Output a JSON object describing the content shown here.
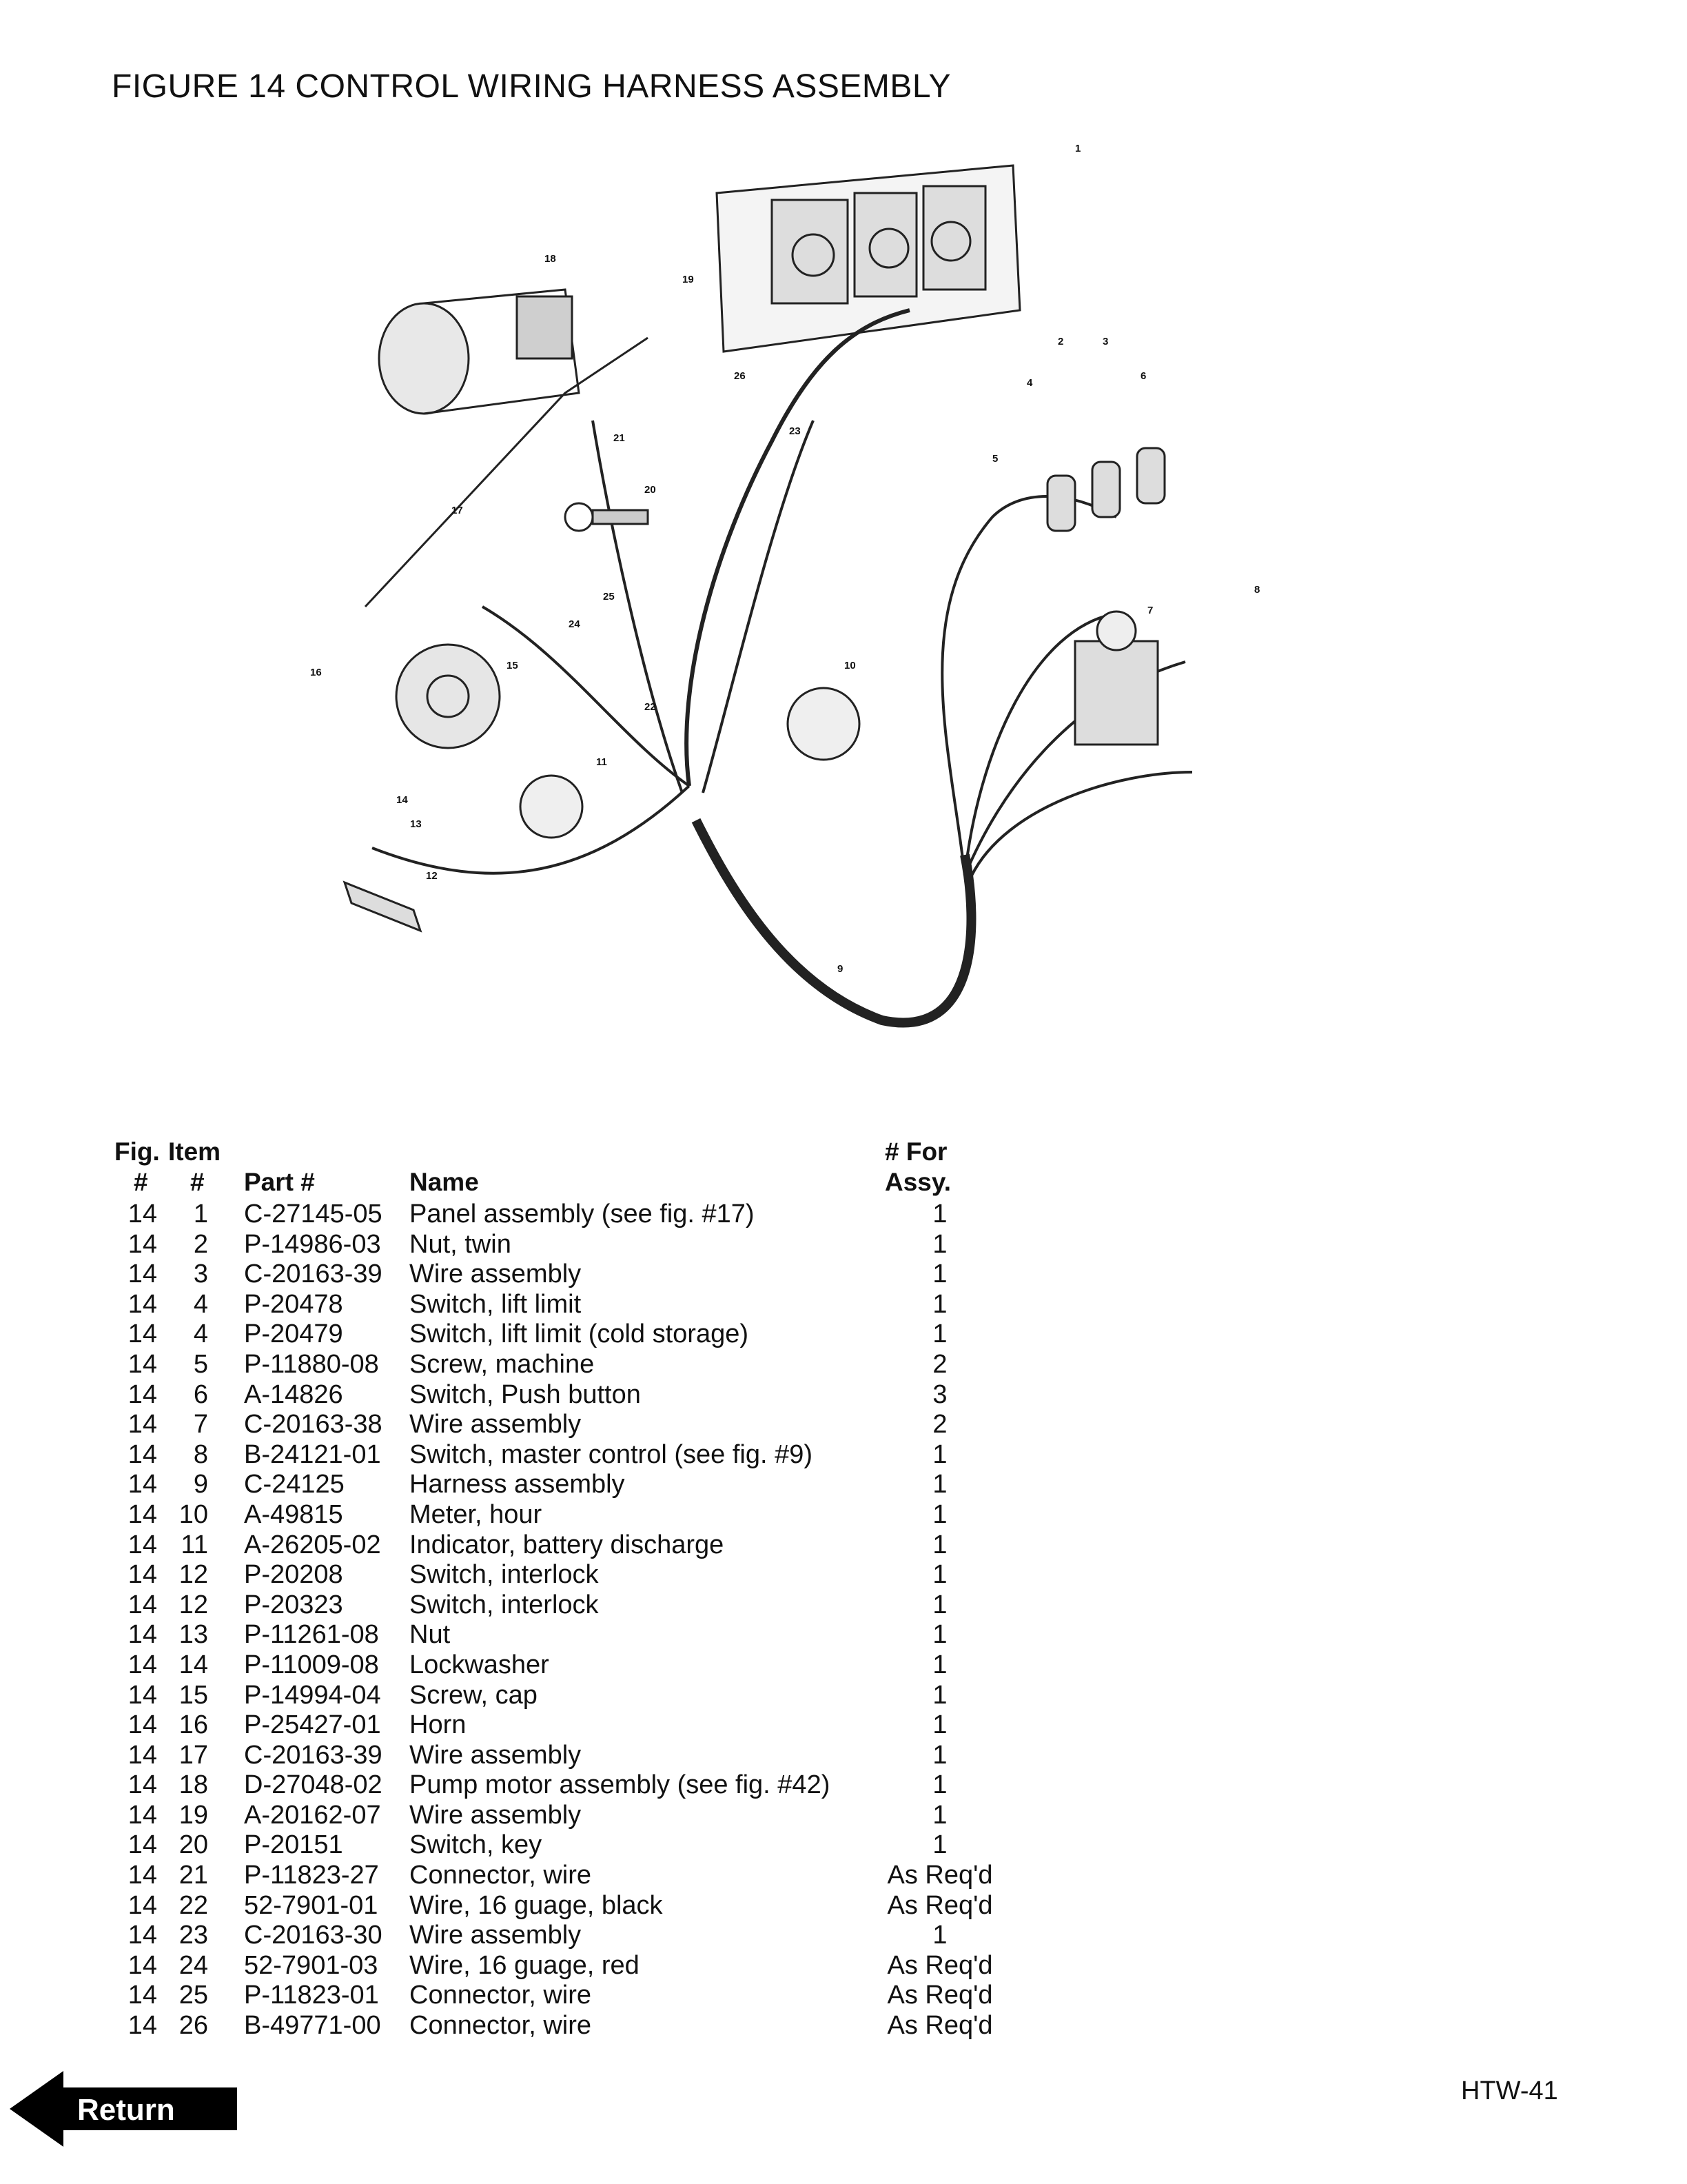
{
  "title": "FIGURE 14 CONTROL WIRING HARNESS ASSEMBLY",
  "diagram": {
    "callouts": [
      "1",
      "2",
      "3",
      "4",
      "5",
      "6",
      "7",
      "8",
      "9",
      "10",
      "11",
      "12",
      "13",
      "14",
      "15",
      "16",
      "17",
      "18",
      "19",
      "20",
      "21",
      "22",
      "23",
      "24",
      "25",
      "26"
    ]
  },
  "table": {
    "headers": {
      "fig_top": "Fig.",
      "item_top": "Item",
      "fig": "#",
      "item": "#",
      "part": "Part #",
      "name": "Name",
      "qty_top": "# For",
      "qty": "Assy."
    },
    "rows": [
      {
        "fig": "14",
        "item": "1",
        "part": "C-27145-05",
        "name": "Panel assembly (see fig. #17)",
        "qty": "1"
      },
      {
        "fig": "14",
        "item": "2",
        "part": "P-14986-03",
        "name": "Nut, twin",
        "qty": "1"
      },
      {
        "fig": "14",
        "item": "3",
        "part": "C-20163-39",
        "name": "Wire assembly",
        "qty": "1"
      },
      {
        "fig": "14",
        "item": "4",
        "part": "P-20478",
        "name": "Switch, lift limit",
        "qty": "1"
      },
      {
        "fig": "14",
        "item": "4",
        "part": "P-20479",
        "name": "Switch, lift limit (cold storage)",
        "qty": "1"
      },
      {
        "fig": "14",
        "item": "5",
        "part": "P-11880-08",
        "name": "Screw, machine",
        "qty": "2"
      },
      {
        "fig": "14",
        "item": "6",
        "part": "A-14826",
        "name": "Switch, Push button",
        "qty": "3"
      },
      {
        "fig": "14",
        "item": "7",
        "part": "C-20163-38",
        "name": "Wire assembly",
        "qty": "2"
      },
      {
        "fig": "14",
        "item": "8",
        "part": "B-24121-01",
        "name": "Switch, master control (see fig. #9)",
        "qty": "1"
      },
      {
        "fig": "14",
        "item": "9",
        "part": "C-24125",
        "name": "Harness assembly",
        "qty": "1"
      },
      {
        "fig": "14",
        "item": "10",
        "part": "A-49815",
        "name": "Meter, hour",
        "qty": "1"
      },
      {
        "fig": "14",
        "item": "11",
        "part": "A-26205-02",
        "name": "Indicator, battery discharge",
        "qty": "1"
      },
      {
        "fig": "14",
        "item": "12",
        "part": "P-20208",
        "name": "Switch, interlock",
        "qty": "1"
      },
      {
        "fig": "14",
        "item": "12",
        "part": "P-20323",
        "name": "Switch, interlock",
        "qty": "1"
      },
      {
        "fig": "14",
        "item": "13",
        "part": "P-11261-08",
        "name": "Nut",
        "qty": "1"
      },
      {
        "fig": "14",
        "item": "14",
        "part": "P-11009-08",
        "name": "Lockwasher",
        "qty": "1"
      },
      {
        "fig": "14",
        "item": "15",
        "part": "P-14994-04",
        "name": "Screw, cap",
        "qty": "1"
      },
      {
        "fig": "14",
        "item": "16",
        "part": "P-25427-01",
        "name": "Horn",
        "qty": "1"
      },
      {
        "fig": "14",
        "item": "17",
        "part": "C-20163-39",
        "name": "Wire assembly",
        "qty": "1"
      },
      {
        "fig": "14",
        "item": "18",
        "part": "D-27048-02",
        "name": "Pump motor assembly  (see fig. #42)",
        "qty": "1"
      },
      {
        "fig": "14",
        "item": "19",
        "part": "A-20162-07",
        "name": "Wire assembly",
        "qty": "1"
      },
      {
        "fig": "14",
        "item": "20",
        "part": "P-20151",
        "name": "Switch, key",
        "qty": "1"
      },
      {
        "fig": "14",
        "item": "21",
        "part": "P-11823-27",
        "name": "Connector, wire",
        "qty": "As Req'd"
      },
      {
        "fig": "14",
        "item": "22",
        "part": "52-7901-01",
        "name": "Wire, 16 guage, black",
        "qty": "As Req'd"
      },
      {
        "fig": "14",
        "item": "23",
        "part": "C-20163-30",
        "name": "Wire assembly",
        "qty": "1"
      },
      {
        "fig": "14",
        "item": "24",
        "part": "52-7901-03",
        "name": "Wire, 16 guage, red",
        "qty": "As Req'd"
      },
      {
        "fig": "14",
        "item": "25",
        "part": "P-11823-01",
        "name": "Connector, wire",
        "qty": "As Req'd"
      },
      {
        "fig": "14",
        "item": "26",
        "part": "B-49771-00",
        "name": "Connector, wire",
        "qty": "As Req'd"
      }
    ]
  },
  "footer": {
    "page_id": "HTW-41",
    "return_label": "Return",
    "return_icon": "left-arrow-icon"
  }
}
